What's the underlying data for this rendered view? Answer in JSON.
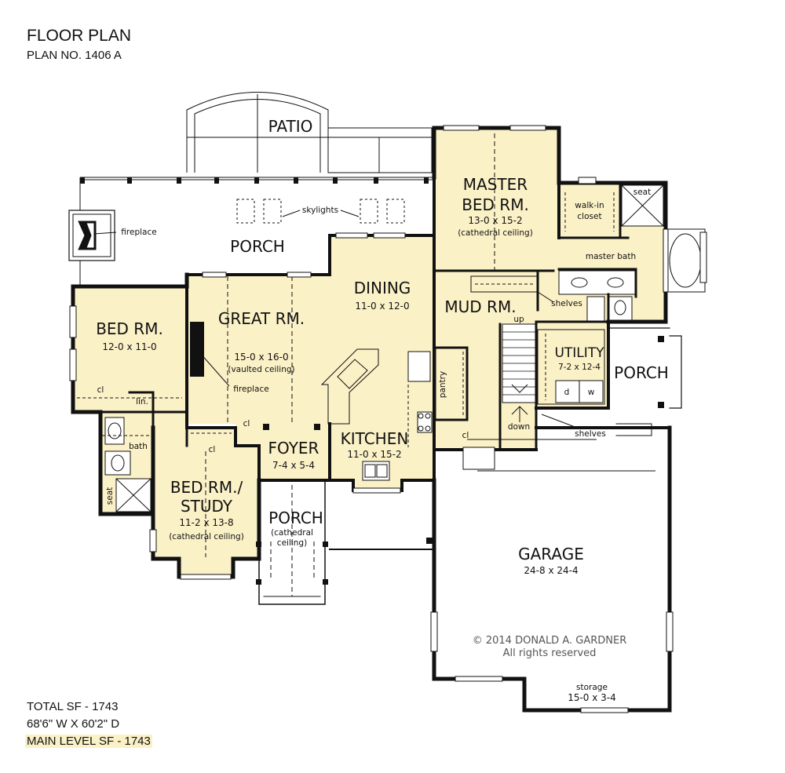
{
  "header": {
    "title": "FLOOR PLAN",
    "plan_no": "PLAN NO. 1406 A"
  },
  "rooms": {
    "patio": "PATIO",
    "porch_rear": "PORCH",
    "skylights": "skylights",
    "fireplace_ext": "fireplace",
    "master_name_1": "MASTER",
    "master_name_2": "BED RM.",
    "master_dims": "13-0 x 15-2",
    "master_note": "(cathedral ceiling)",
    "walkin_1": "walk-in",
    "walkin_2": "closet",
    "seat_master": "seat",
    "master_bath": "master bath",
    "dining_name": "DINING",
    "dining_dims": "11-0 x 12-0",
    "mud_name": "MUD RM.",
    "up": "up",
    "down": "down",
    "shelves_mud": "shelves",
    "shelves_garage": "shelves",
    "utility_name": "UTILITY",
    "utility_dims": "7-2 x 12-4",
    "washer": "w",
    "dryer": "d",
    "porch_side": "PORCH",
    "bed_name": "BED RM.",
    "bed_dims": "12-0 x 11-0",
    "great_name": "GREAT RM.",
    "great_dims": "15-0 x 16-0",
    "great_note": "(vaulted ceiling)",
    "fireplace_int": "fireplace",
    "cl_1": "cl",
    "cl_2": "cl",
    "cl_3": "cl",
    "cl_4": "cl",
    "lin": "lin.",
    "bath": "bath",
    "seat_bath": "seat",
    "pantry": "pantry",
    "kitchen_name": "KITCHEN",
    "kitchen_dims": "11-0 x 15-2",
    "foyer_name": "FOYER",
    "foyer_dims": "7-4 x 5-4",
    "study_name_1": "BED RM./",
    "study_name_2": "STUDY",
    "study_dims": "11-2 x 13-8",
    "study_note": "(cathedral ceiling)",
    "porch_front": "PORCH",
    "porch_front_note_1": "(cathedral",
    "porch_front_note_2": "ceiling)",
    "garage_name": "GARAGE",
    "garage_dims": "24-8 x 24-4",
    "copyright_1": "© 2014 DONALD A. GARDNER",
    "copyright_2": "All rights reserved",
    "storage_name": "storage",
    "storage_dims": "15-0 x 3-4"
  },
  "footer": {
    "total_sf": "TOTAL SF - 1743",
    "dimensions": "68'6\" W X 60'2\" D",
    "main_level": "MAIN LEVEL SF - 1743"
  },
  "colors": {
    "room_fill": "#fbf1c7",
    "wall": "#111111",
    "background": "#ffffff"
  }
}
